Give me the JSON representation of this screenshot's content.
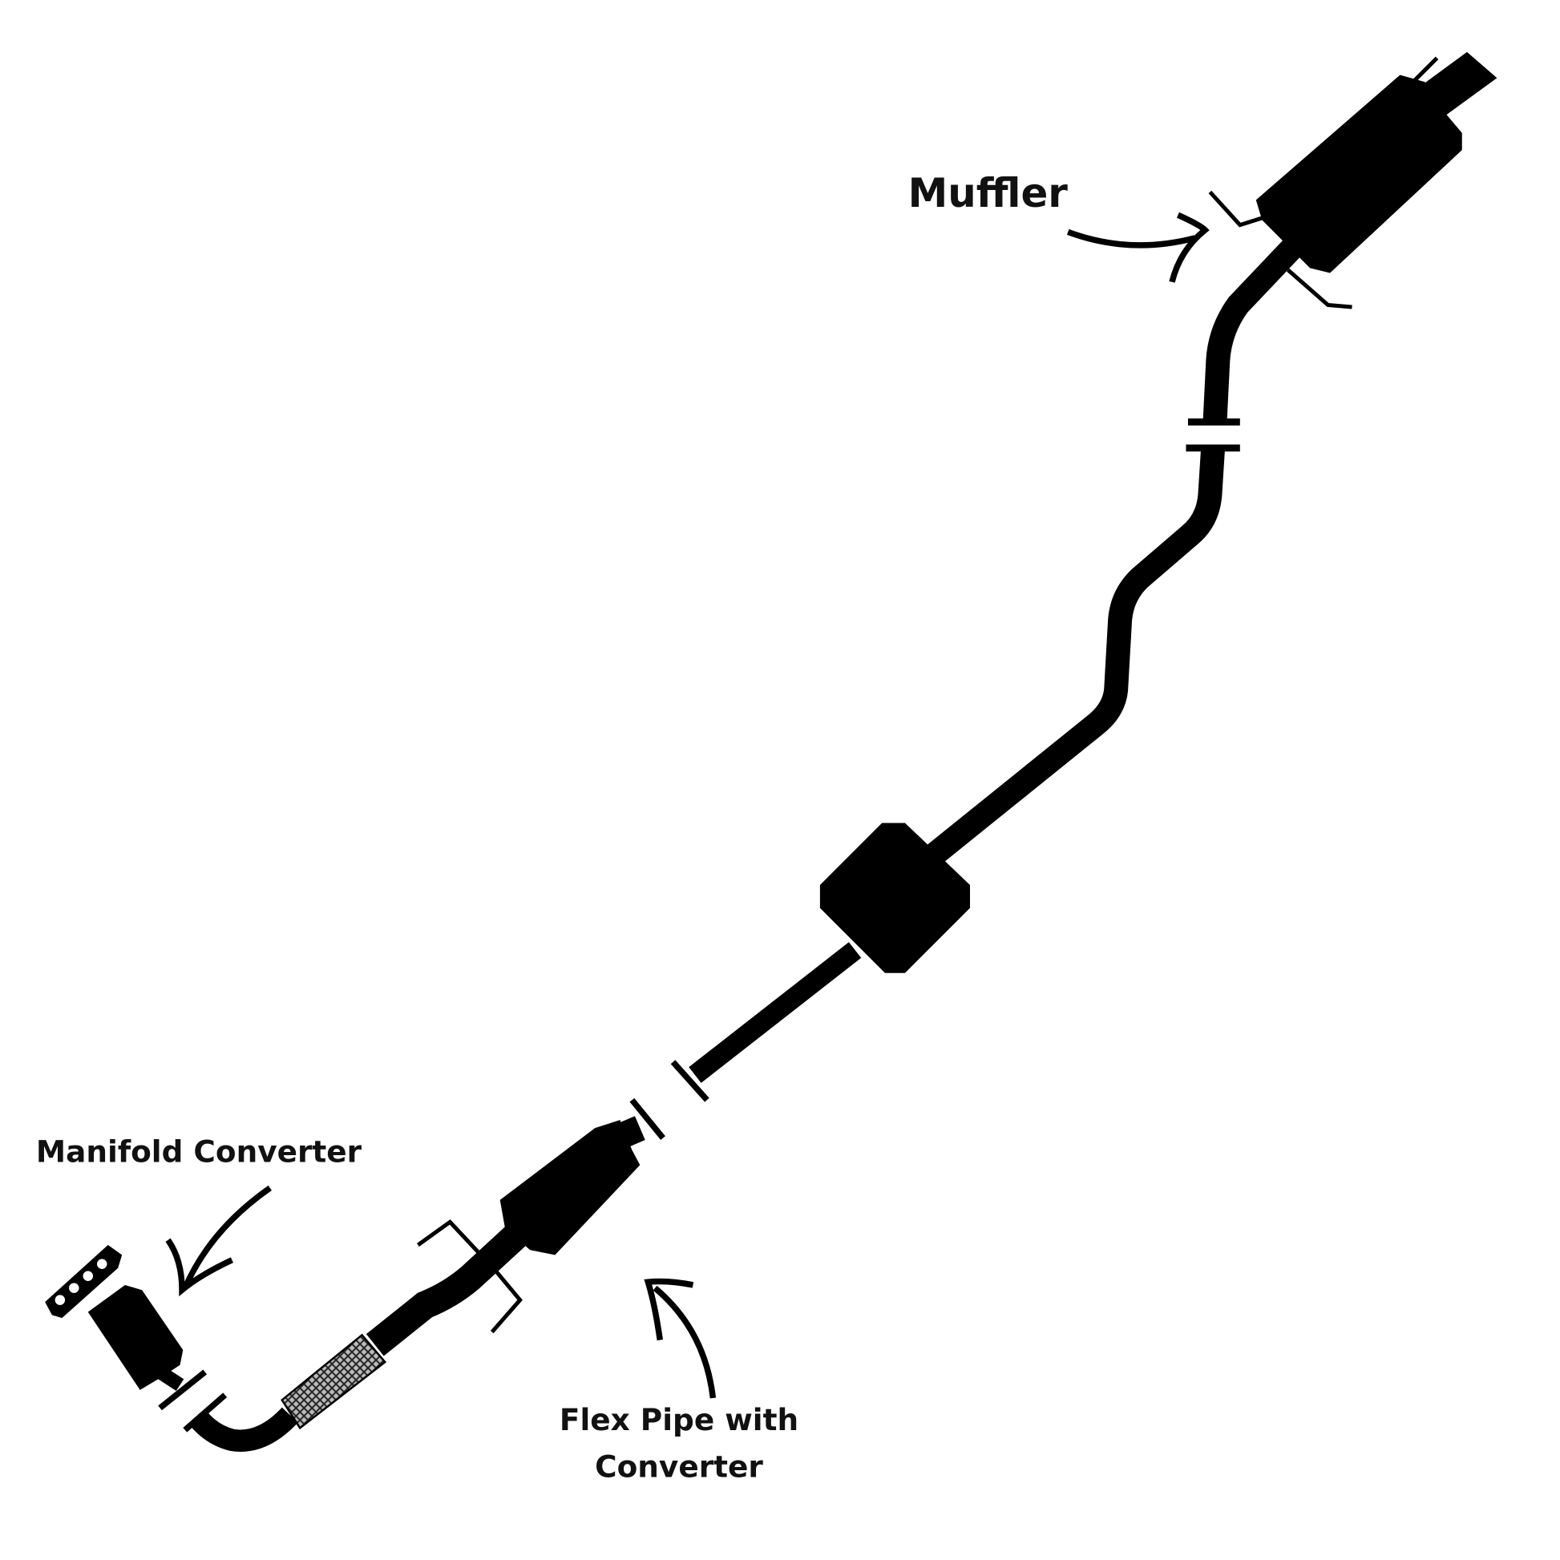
{
  "labels": {
    "muffler": "Muffler",
    "manifold_converter": "Manifold Converter",
    "flex_pipe_line1": "Flex Pipe with",
    "flex_pipe_line2": "Converter"
  },
  "colors": {
    "ink": "#000000",
    "background": "#ffffff"
  }
}
